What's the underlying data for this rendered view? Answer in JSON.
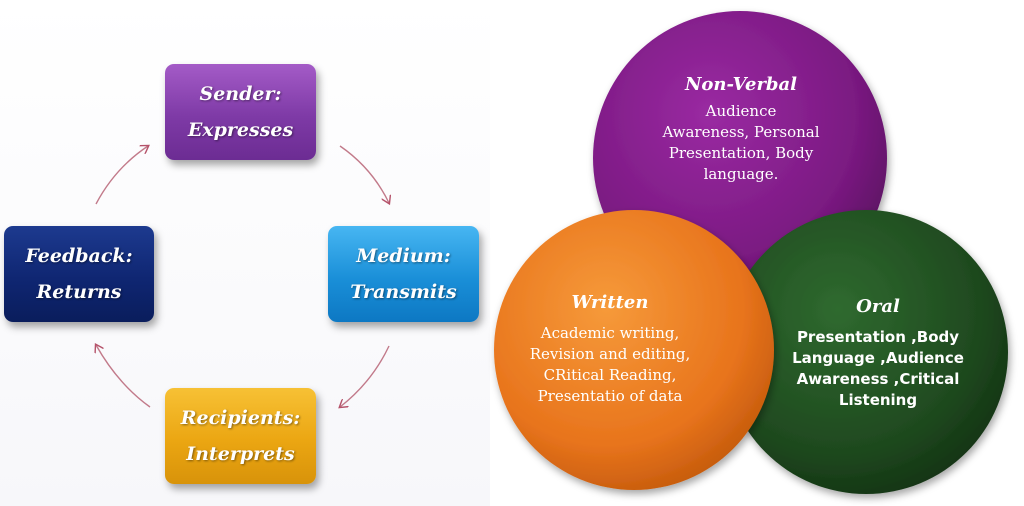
{
  "cycle": {
    "sender": {
      "line1": "Sender:",
      "line2": "Expresses"
    },
    "medium": {
      "line1": "Medium:",
      "line2": "Transmits"
    },
    "recipients": {
      "line1": "Recipients:",
      "line2": "Interprets"
    },
    "feedback": {
      "line1": "Feedback:",
      "line2": "Returns"
    },
    "arrow_color": "#b5526a"
  },
  "venn": {
    "non_verbal": {
      "title": "Non-Verbal",
      "lines": [
        "Audience",
        "Awareness, Personal",
        "Presentation, Body",
        "language."
      ],
      "color": "#7b1a82"
    },
    "written": {
      "title": "Written",
      "lines": [
        "Academic writing,",
        "Revision and editing,",
        "CRitical Reading,",
        "Presentatio of data"
      ],
      "color": "#e8741c"
    },
    "oral": {
      "title": "Oral",
      "lines": [
        "Presentation ,Body",
        "Language ,Audience",
        "Awareness ,Critical",
        "Listening"
      ],
      "color": "#1f4a1f"
    }
  }
}
